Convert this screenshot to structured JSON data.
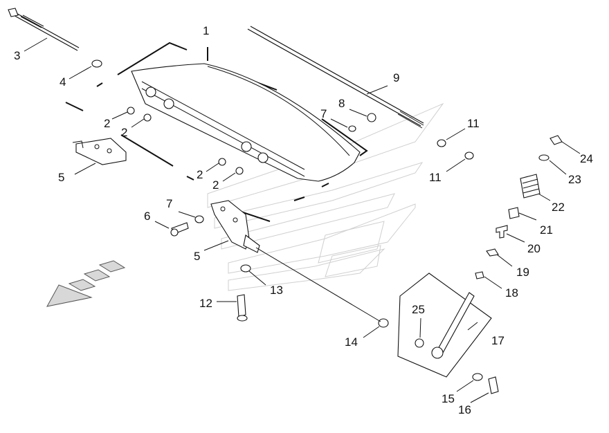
{
  "diagram": {
    "callouts": [
      {
        "id": "c1",
        "text": "1"
      },
      {
        "id": "c2a",
        "text": "2"
      },
      {
        "id": "c2b",
        "text": "2"
      },
      {
        "id": "c2c",
        "text": "2"
      },
      {
        "id": "c2d",
        "text": "2"
      },
      {
        "id": "c3",
        "text": "3"
      },
      {
        "id": "c4",
        "text": "4"
      },
      {
        "id": "c5a",
        "text": "5"
      },
      {
        "id": "c5b",
        "text": "5"
      },
      {
        "id": "c6",
        "text": "6"
      },
      {
        "id": "c7a",
        "text": "7"
      },
      {
        "id": "c7b",
        "text": "7"
      },
      {
        "id": "c8",
        "text": "8"
      },
      {
        "id": "c9",
        "text": "9"
      },
      {
        "id": "c11a",
        "text": "11"
      },
      {
        "id": "c11b",
        "text": "11"
      },
      {
        "id": "c12",
        "text": "12"
      },
      {
        "id": "c13",
        "text": "13"
      },
      {
        "id": "c14",
        "text": "14"
      },
      {
        "id": "c15",
        "text": "15"
      },
      {
        "id": "c16",
        "text": "16"
      },
      {
        "id": "c17",
        "text": "17"
      },
      {
        "id": "c18",
        "text": "18"
      },
      {
        "id": "c19",
        "text": "19"
      },
      {
        "id": "c20",
        "text": "20"
      },
      {
        "id": "c21",
        "text": "21"
      },
      {
        "id": "c22",
        "text": "22"
      },
      {
        "id": "c23",
        "text": "23"
      },
      {
        "id": "c24",
        "text": "24"
      },
      {
        "id": "c25",
        "text": "25"
      }
    ]
  }
}
